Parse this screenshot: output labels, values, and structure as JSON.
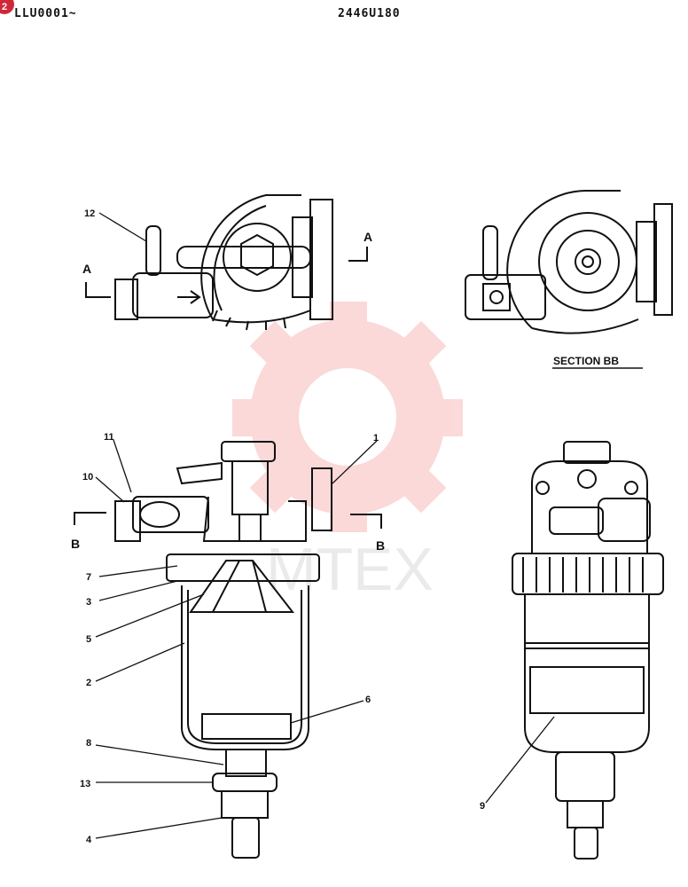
{
  "page": {
    "badge": "2"
  },
  "header": {
    "left": "LLU0001~",
    "center": "2446U180"
  },
  "watermark": {
    "text": "MTEX",
    "color": "#e8332e"
  },
  "views": {
    "section_label": "SECTION BB",
    "section_a": "A",
    "section_b": "B"
  },
  "callouts": [
    "12",
    "1",
    "11",
    "10",
    "7",
    "3",
    "5",
    "2",
    "6",
    "8",
    "13",
    "4",
    "9"
  ]
}
